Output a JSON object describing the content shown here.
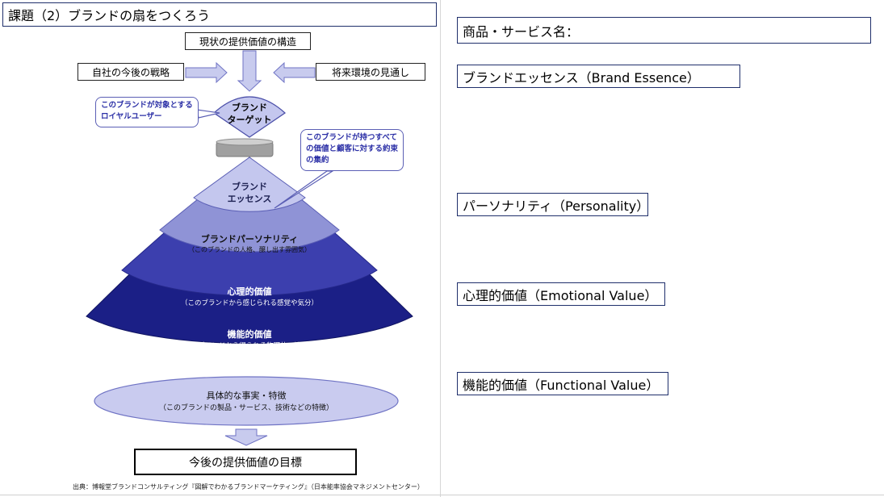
{
  "title": "課題（2）ブランドの扇をつくろう",
  "diagram": {
    "structure_box": "現状の提供価値の構造",
    "strategy_box": "自社の今後の戦略",
    "environment_box": "将来環境の見通し",
    "target_line1": "ブランド",
    "target_line2": "ターゲット",
    "target_callout": "このブランドが対象とするロイヤルユーザー",
    "essence_callout": "このブランドが持つすべての価値と顧客に対する約束の集約",
    "essence_line1": "ブランド",
    "essence_line2": "エッセンス",
    "personality_title": "ブランドパーソナリティ",
    "personality_sub": "（このブランドの人格、醸し出す雰囲気）",
    "emotional_title": "心理的価値",
    "emotional_sub": "（このブランドから感じられる感覚や気分）",
    "functional_title": "機能的価値",
    "functional_sub": "（このブランドから得られる物理的、機能的）",
    "facts_title": "具体的な事実・特徴",
    "facts_sub": "（このブランドの製品・サービス、技術などの特徴）",
    "goal_box": "今後の提供価値の目標",
    "source": "出典：博報堂ブランドコンサルティング『図解でわかるブランドマーケティング』（日本能率協会マネジメントセンター）"
  },
  "right_panel": {
    "product_name_label": "商品・サービス名：",
    "essence_label": "ブランドエッセンス（Brand Essence）",
    "personality_label": "パーソナリティ（Personality）",
    "emotional_label": "心理的価値（Emotional Value）",
    "functional_label": "機能的価値（Functional Value）"
  },
  "colors": {
    "border": "#1f2f6b",
    "essence": "#c4c7ee",
    "personality": "#8f93d6",
    "emotional": "#3c3fae",
    "functional": "#1b1f86",
    "facts_oval": "#c9cbef",
    "arrow": "#c8cbee"
  }
}
